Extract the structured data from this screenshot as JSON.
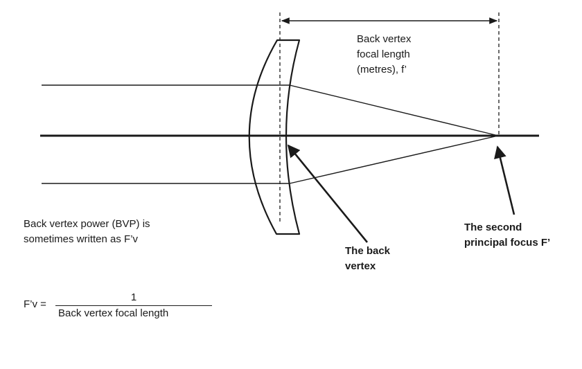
{
  "diagram": {
    "focal_length_label": [
      "Back vertex",
      "focal length",
      "(metres), f’"
    ],
    "bvp_note": [
      "Back vertex power (BVP) is",
      "sometimes written as F’v"
    ],
    "back_vertex_label": [
      "The back",
      "vertex"
    ],
    "second_focus_label": [
      "The second",
      "principal focus F’"
    ]
  },
  "formula": {
    "lhs": "F’v =",
    "numerator": "1",
    "denominator": "Back vertex focal length"
  },
  "colors": {
    "ink": "#1a1a1a",
    "background": "#ffffff"
  }
}
